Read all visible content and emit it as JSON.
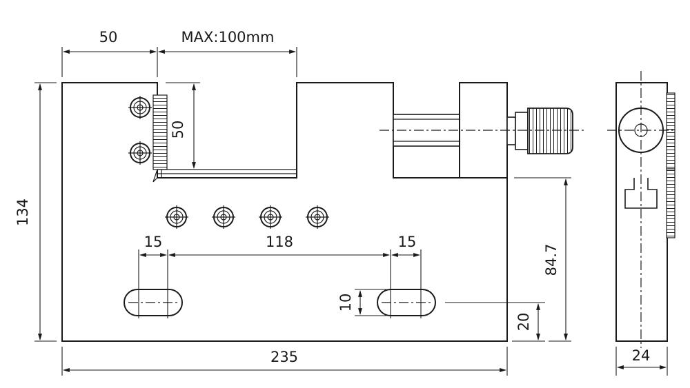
{
  "dimensions": {
    "jaw_width": "50",
    "max_opening": "MAX:100mm",
    "jaw_height": "50",
    "total_height": "134",
    "slot_width_left": "15",
    "slot_spacing": "118",
    "slot_width_right": "15",
    "slot_height": "10",
    "slot_offset": "20",
    "body_height": "84.7",
    "total_length": "235",
    "side_width": "24"
  }
}
